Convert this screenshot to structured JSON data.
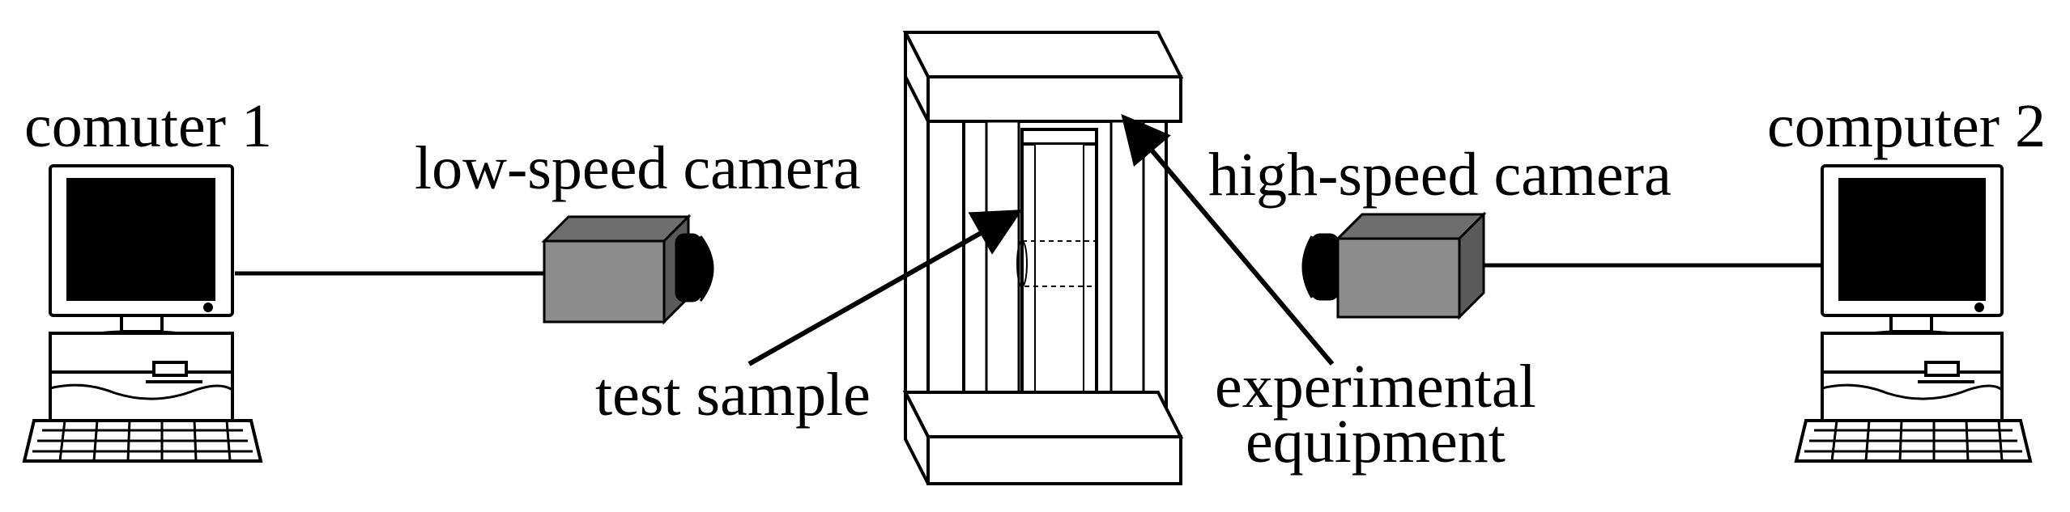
{
  "diagram": {
    "labels": {
      "computer1": "comuter 1",
      "computer2": "computer 2",
      "low_speed_camera": "low-speed camera",
      "high_speed_camera": "high-speed camera",
      "test_sample": "test sample",
      "experimental_equipment_line1": "experimental",
      "experimental_equipment_line2": "equipment"
    },
    "colors": {
      "ink": "#000000",
      "camera_body": "#8c8c8c",
      "screen": "#000000",
      "paper": "#ffffff"
    }
  }
}
